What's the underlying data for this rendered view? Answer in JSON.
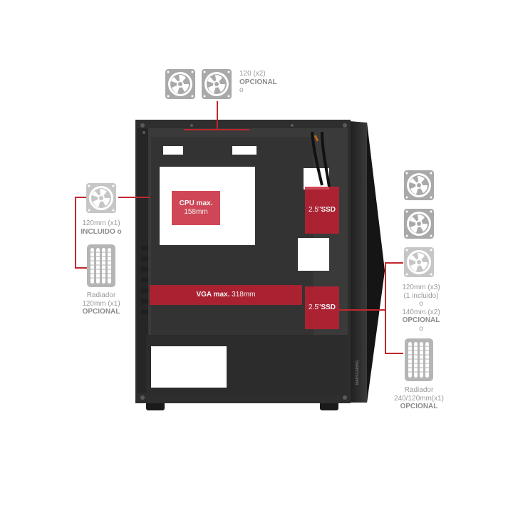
{
  "callouts": {
    "top": {
      "line1": "120 (x2)",
      "line2": "OPCIONAL",
      "line3": "o"
    },
    "rear": {
      "line1": "120mm (x1)",
      "line2": "INCLUIDO o"
    },
    "rear_radiator": {
      "line1": "Radiador",
      "line2": "120mm (x1)",
      "line3": "OPCIONAL"
    },
    "front": {
      "line1": "120mm (x3)",
      "line2": "(1 incluido)",
      "line3": "o",
      "line4": "140mm (x2)",
      "line5": "OPCIONAL",
      "line6": "o"
    },
    "front_radiator": {
      "line1": "Radiador",
      "line2": "240/120mm(x1)",
      "line3": "OPCIONAL"
    }
  },
  "clearances": {
    "cpu": {
      "label": "CPU max.",
      "value": "158mm"
    },
    "vga": {
      "label": "VGA max.",
      "value": "318mm"
    },
    "ssd_top": {
      "value": "2.5\"",
      "label": "SSD"
    },
    "ssd_bottom": {
      "value": "2.5\"",
      "label": "SSD"
    }
  },
  "brand_text": "MARSGAMING",
  "colors": {
    "accent": "#c1272d",
    "label_gray": "#9a9a9a",
    "icon_gray": "#a9a9a9",
    "chassis": "#2b2b2b"
  },
  "icons": {
    "fan": "fan-icon",
    "radiator": "radiator-icon"
  }
}
